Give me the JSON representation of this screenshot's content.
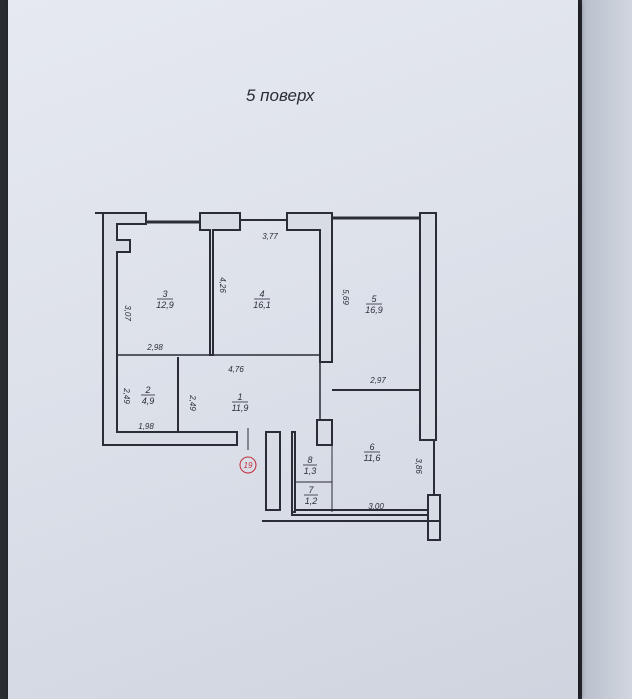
{
  "title": "5 поверх",
  "apartment_number": "19",
  "rooms": [
    {
      "number": "1",
      "area": "11,9"
    },
    {
      "number": "2",
      "area": "4,9"
    },
    {
      "number": "3",
      "area": "12,9"
    },
    {
      "number": "4",
      "area": "16,1"
    },
    {
      "number": "5",
      "area": "16,9"
    },
    {
      "number": "6",
      "area": "11,6"
    },
    {
      "number": "7",
      "area": "1,2"
    },
    {
      "number": "8",
      "area": "1,3"
    }
  ],
  "dimensions": {
    "room4_width": "3,77",
    "room4_height": "4,26",
    "room3_height": "3,07",
    "room3_width": "2,98",
    "room5_height": "5,69",
    "room1_width": "4,76",
    "room5_width": "2,97",
    "room2_height": "2,49",
    "room1_height": "2,49",
    "room2_width": "1,98",
    "room6_height": "3,86",
    "room6_width": "3,00"
  },
  "colors": {
    "wall": "#2a2d36",
    "wall_fill": "#d8dce5",
    "marker": "#c0303a"
  }
}
